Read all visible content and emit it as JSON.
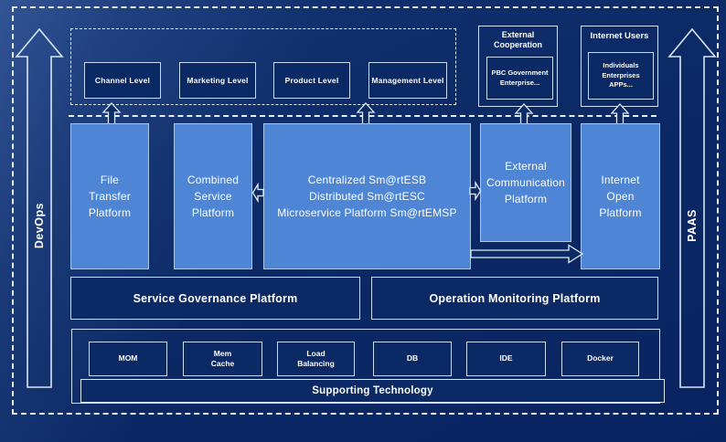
{
  "colors": {
    "background": "#0c2a64",
    "light_box_fill": "#4e86d5",
    "dark_box_fill": "#0b2965",
    "box_border": "#c9dbf1",
    "text": "#ffffff"
  },
  "rails": {
    "left": "DevOps",
    "right": "PAAS"
  },
  "levels": [
    "Channel Level",
    "Marketing Level",
    "Product Level",
    "Management Level"
  ],
  "external_cooperation": {
    "title": "External Cooperation",
    "body": "PBC Government\nEnterprise..."
  },
  "internet_users": {
    "title": "Internet Users",
    "body": "Individuals\nEnterprises\nAPPs..."
  },
  "platforms": {
    "file_transfer": "File\nTransfer\nPlatform",
    "combined_service": "Combined\nService\nPlatform",
    "esb": "Centralized Sm@rtESB\nDistributed Sm@rtESC\nMicroservice Platform Sm@rtEMSP",
    "external_communication": "External\nCommunication\nPlatform",
    "internet_open": "Internet\nOpen\nPlatform"
  },
  "governance_label": "Service Governance Platform",
  "monitoring_label": "Operation Monitoring Platform",
  "technologies": [
    "MOM",
    "Mem\nCache",
    "Load\nBalancing",
    "DB",
    "IDE",
    "Docker"
  ],
  "supporting_label": "Supporting Technology"
}
